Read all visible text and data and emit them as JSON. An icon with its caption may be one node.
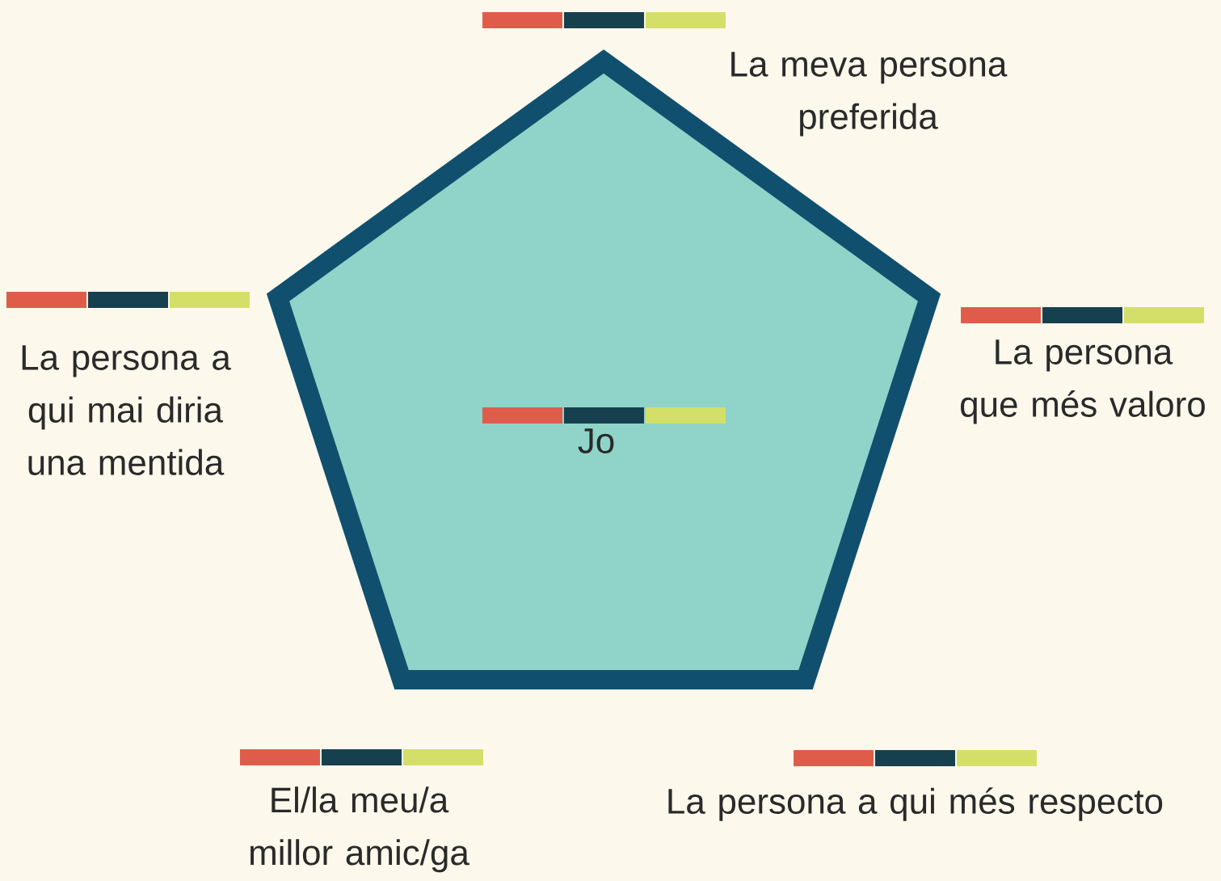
{
  "diagram": {
    "nodes": [
      {
        "text": [
          "Jo"
        ]
      }
    ],
    "labels": [
      "La meva persona preferida",
      "La persona a qui mai diria una mentida",
      "La persona que més valoro",
      "El/la meu/a millor amic/ga",
      "La persona a qui més respecto"
    ]
  }
}
